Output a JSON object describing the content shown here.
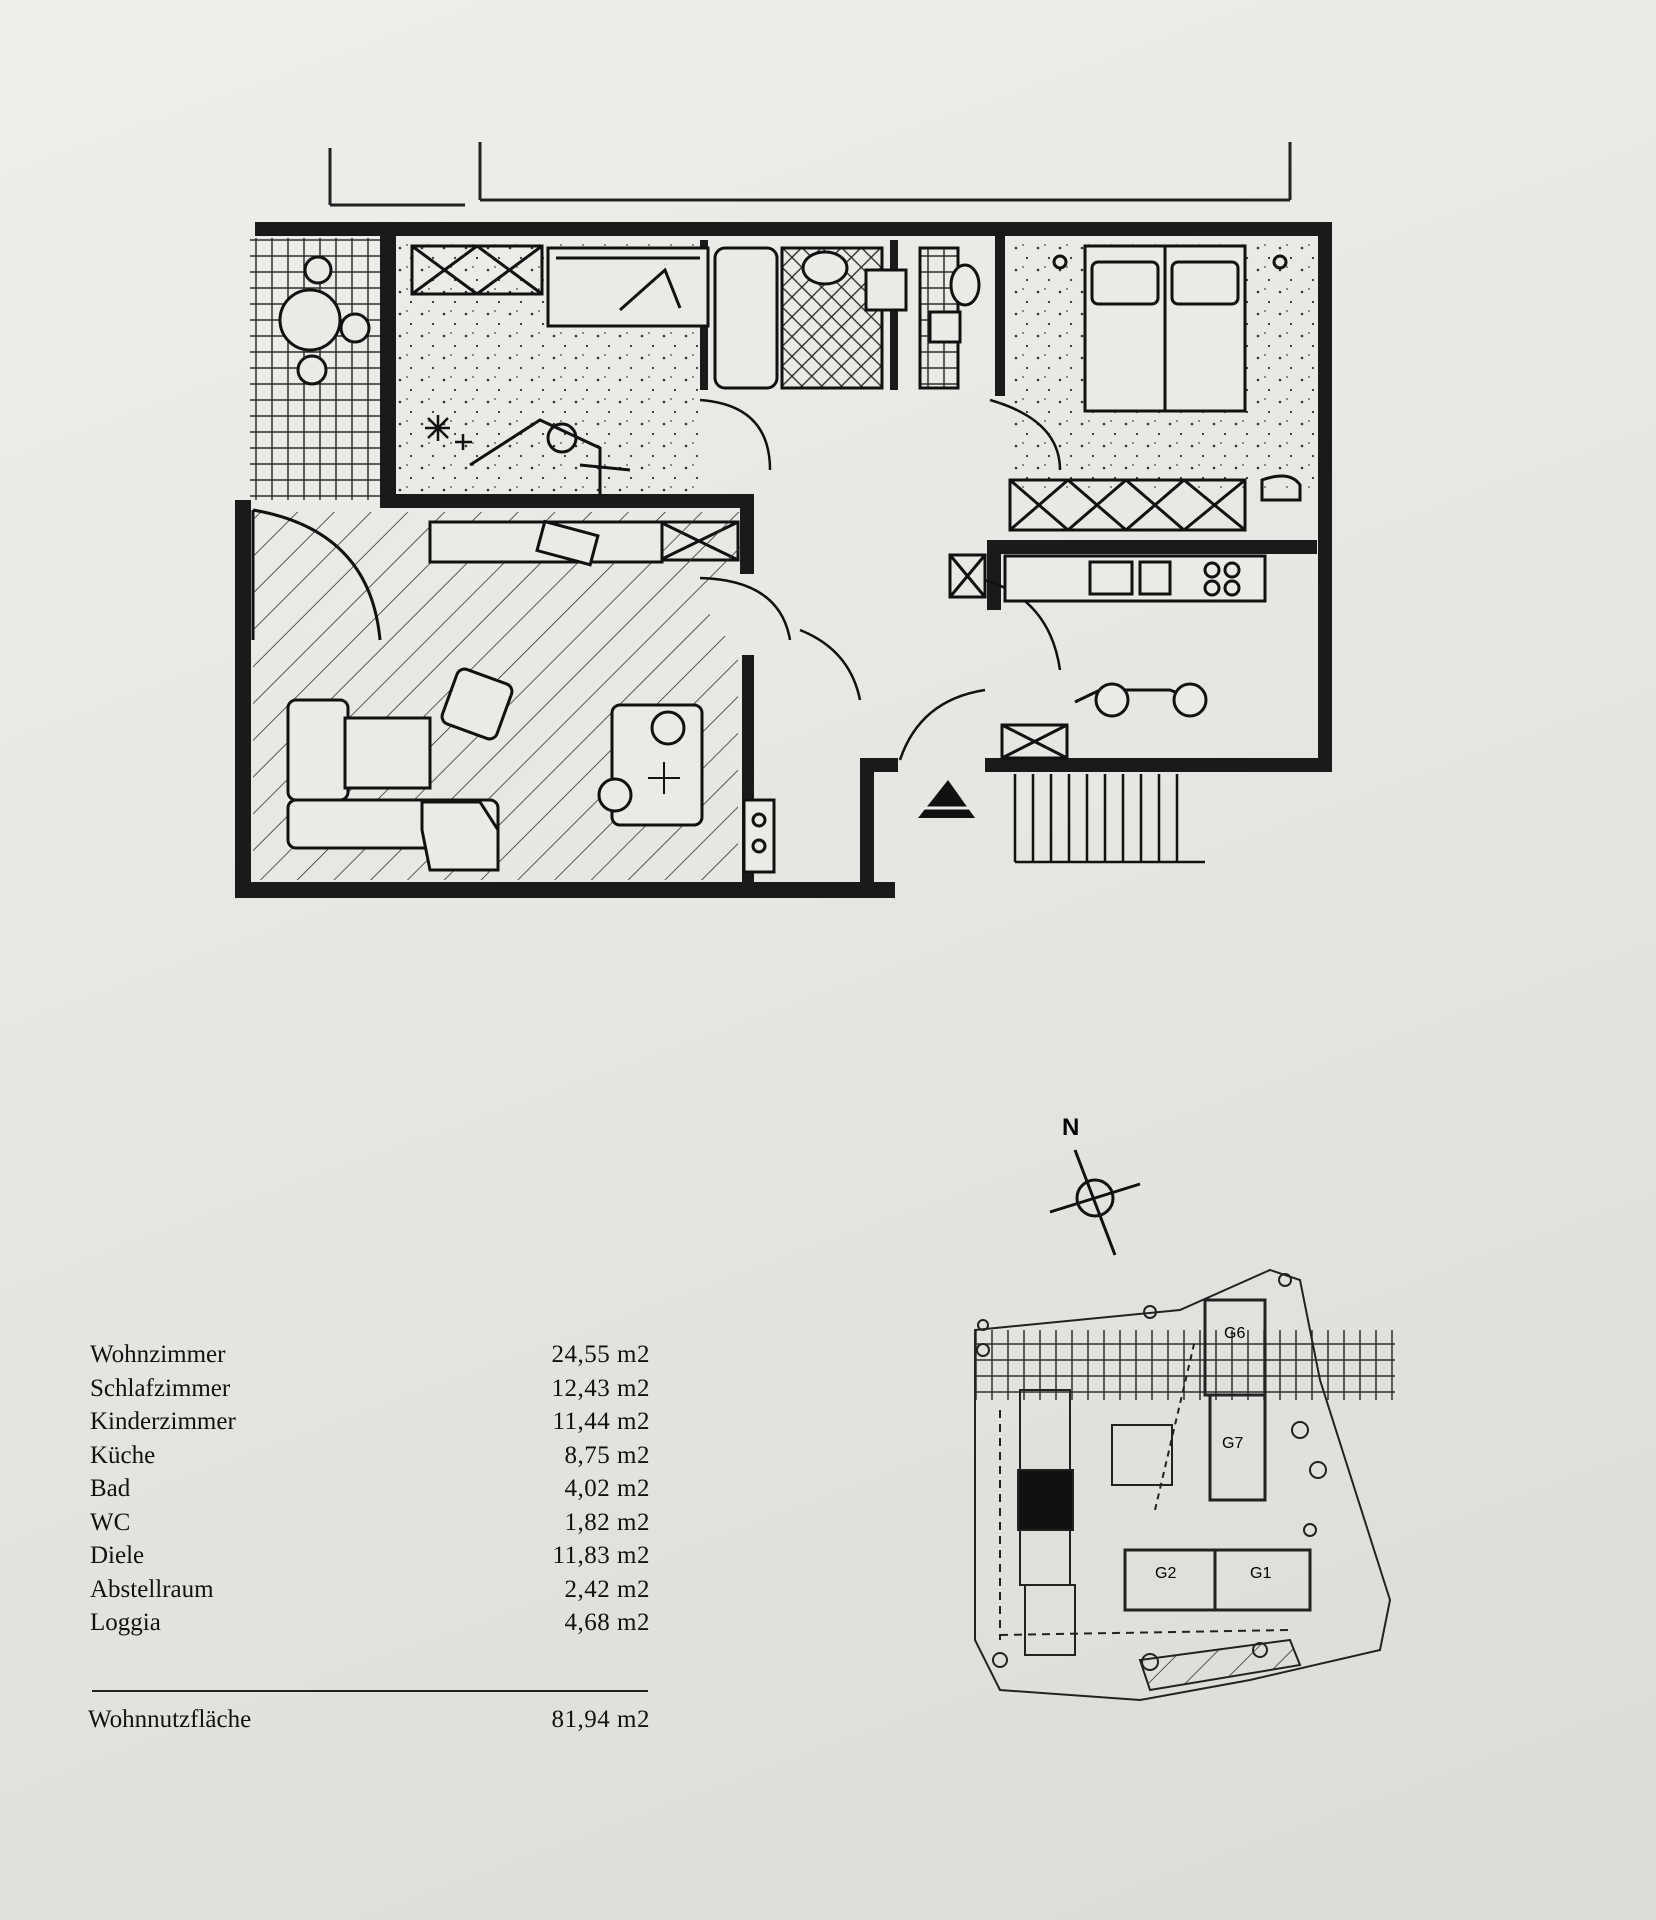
{
  "compass": {
    "north_label": "N"
  },
  "site_plan": {
    "buildings": [
      {
        "label": "G6"
      },
      {
        "label": "G7"
      },
      {
        "label": "G2"
      },
      {
        "label": "G1"
      }
    ]
  },
  "areas": [
    {
      "room": "Wohnzimmer",
      "value": "24,55  m2"
    },
    {
      "room": "Schlafzimmer",
      "value": "12,43  m2"
    },
    {
      "room": "Kinderzimmer",
      "value": "11,44  m2"
    },
    {
      "room": "Küche",
      "value": "8,75  m2"
    },
    {
      "room": "Bad",
      "value": "4,02  m2"
    },
    {
      "room": "WC",
      "value": "1,82  m2"
    },
    {
      "room": "Diele",
      "value": "11,83  m2"
    },
    {
      "room": "Abstellraum",
      "value": "2,42  m2"
    },
    {
      "room": "Loggia",
      "value": "4,68  m2"
    }
  ],
  "total": {
    "label": "Wohnnutzfläche",
    "value": "81,94  m2"
  },
  "colors": {
    "ink": "#111111",
    "paper": "#eceae6"
  }
}
